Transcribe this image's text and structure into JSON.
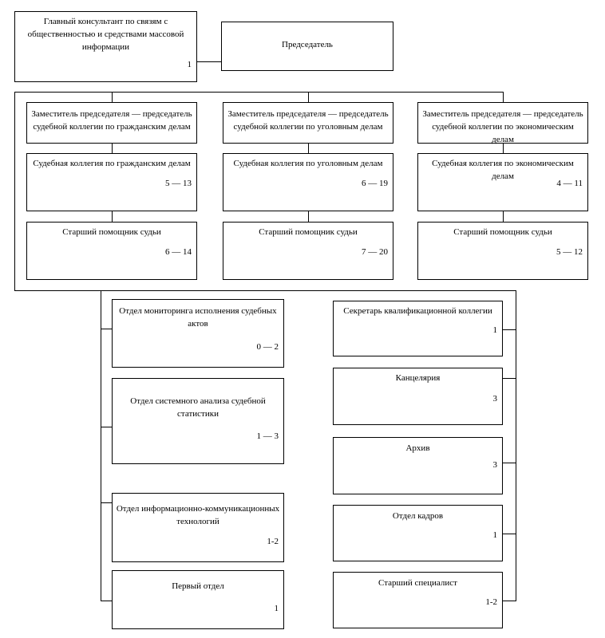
{
  "page": {
    "background": "#ffffff",
    "line_color": "#000000",
    "box_border_color": "#000000"
  },
  "org_chart": {
    "chief_consultant": {
      "title_lines": [
        "Главный консультант по связям с",
        "общественностью и средствами массовой",
        "информации"
      ],
      "value": "1"
    },
    "chairman": {
      "title_lines": [
        "Председатель"
      ]
    },
    "divisions": [
      {
        "deputy": {
          "title_lines": [
            "Заместитель председателя — председатель",
            "судебной коллегии по гражданским делам"
          ]
        },
        "collegium": {
          "title_lines": [
            "Судебная коллегия по гражданским делам"
          ],
          "value": "5 — 13"
        },
        "senior_assistant": {
          "title_lines": [
            "Старший помощник судьи"
          ],
          "value": "6 — 14"
        }
      },
      {
        "deputy": {
          "title_lines": [
            "Заместитель председателя — председатель",
            "судебной коллегии по уголовным делам"
          ]
        },
        "collegium": {
          "title_lines": [
            "Судебная коллегия по уголовным делам"
          ],
          "value": "6 — 19"
        },
        "senior_assistant": {
          "title_lines": [
            "Старший помощник судьи"
          ],
          "value": "7 — 20"
        }
      },
      {
        "deputy": {
          "title_lines": [
            "Заместитель председателя — председатель",
            "судебной коллегии по экономическим делам"
          ]
        },
        "collegium": {
          "title_lines": [
            "Судебная коллегия по экономическим делам"
          ],
          "value": "4 — 11"
        },
        "senior_assistant": {
          "title_lines": [
            "Старший помощник судьи"
          ],
          "value": "5 — 12"
        }
      }
    ],
    "left_departments": [
      {
        "title_lines": [
          "Отдел мониторинга исполнения судебных",
          "актов"
        ],
        "value": "0 — 2"
      },
      {
        "title_lines": [
          "Отдел системного анализа судебной",
          "статистики"
        ],
        "value": "1 — 3"
      },
      {
        "title_lines": [
          "Отдел информационно-коммуникационных",
          "технологий"
        ],
        "value": "1-2"
      },
      {
        "title_lines": [
          "Первый отдел"
        ],
        "value": "1"
      }
    ],
    "right_departments": [
      {
        "title_lines": [
          "Секретарь квалификационной коллегии"
        ],
        "value": "1"
      },
      {
        "title_lines": [
          "Канцелярия"
        ],
        "value": "3"
      },
      {
        "title_lines": [
          "Архив"
        ],
        "value": "3"
      },
      {
        "title_lines": [
          "Отдел кадров"
        ],
        "value": "1"
      },
      {
        "title_lines": [
          "Старший специалист"
        ],
        "value": "1-2"
      }
    ]
  }
}
